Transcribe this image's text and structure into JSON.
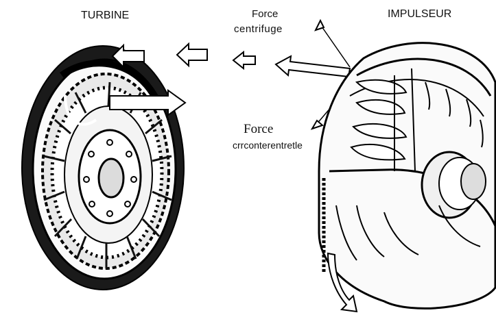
{
  "labels": {
    "turbine": "TURBINE",
    "impulseur": "IMPULSEUR",
    "centrifugal_line1": "Force",
    "centrifugal_line2": "centrifuge",
    "other_line1": "Force",
    "other_line2": "crrconterentretle"
  },
  "colors": {
    "ink": "#111111",
    "paper": "#ffffff",
    "shade": "#555555"
  },
  "icons": [
    "turbine-wheel",
    "impeller-wheel",
    "flow-arrow",
    "force-arrow",
    "rotation-arrow"
  ]
}
